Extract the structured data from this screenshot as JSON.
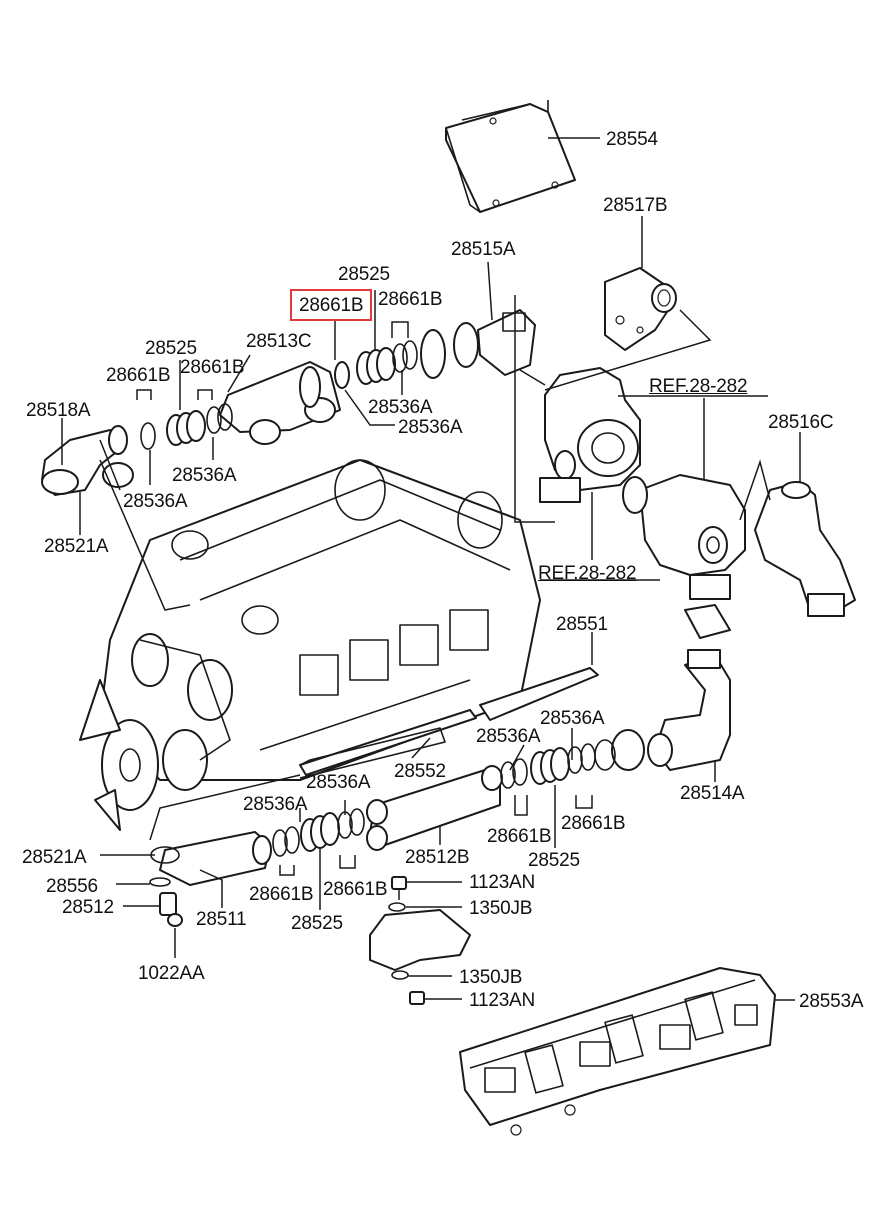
{
  "highlight_color": "#e23a3a",
  "labels": {
    "p28554": "28554",
    "p28517B": "28517B",
    "p28515A": "28515A",
    "p28525_top": "28525",
    "p28661B_highlight": "28661B",
    "p28661B_top_right": "28661B",
    "ref_282_upper": "REF.28-282",
    "p28525_left": "28525",
    "p28513C": "28513C",
    "p28661B_left_a": "28661B",
    "p28661B_left_b": "28661B",
    "p28536A_top_a": "28536A",
    "p28536A_top_b": "28536A",
    "p28516C": "28516C",
    "p28518A": "28518A",
    "p28536A_left_a": "28536A",
    "p28536A_left_b": "28536A",
    "p28521A_top": "28521A",
    "ref_282_lower": "REF.28-282",
    "p28551": "28551",
    "p28536A_right_a": "28536A",
    "p28536A_right_b": "28536A",
    "p28514A": "28514A",
    "p28552": "28552",
    "p28536A_mid_a": "28536A",
    "p28536A_mid_b": "28536A",
    "p28661B_right_a": "28661B",
    "p28661B_right_b": "28661B",
    "p28525_right": "28525",
    "p28512B": "28512B",
    "p28521A_bottom": "28521A",
    "p28556": "28556",
    "p28512": "28512",
    "p28511": "28511",
    "p28661B_bottom_a": "28661B",
    "p28661B_bottom_b": "28661B",
    "p28525_bottom": "28525",
    "p1123AN_top": "1123AN",
    "p1350JB_top": "1350JB",
    "p1350JB_bottom": "1350JB",
    "p1123AN_bottom": "1123AN",
    "p28553A": "28553A",
    "p1022AA": "1022AA"
  }
}
